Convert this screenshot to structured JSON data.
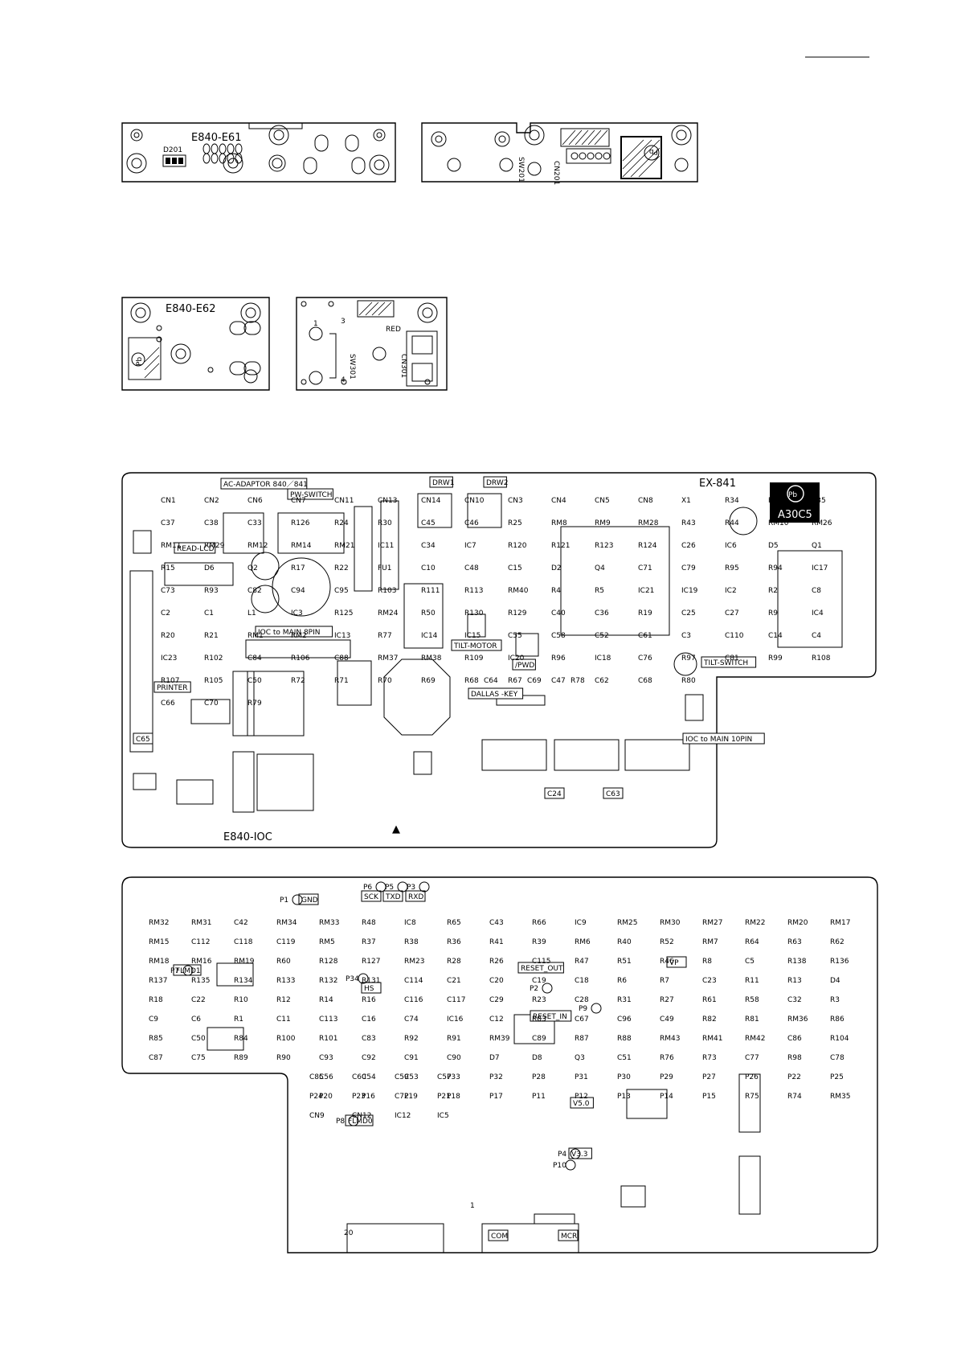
{
  "boards": {
    "e61": {
      "name": "E840-E61",
      "d201": "D201"
    },
    "e61b": {
      "sw201": "SW201",
      "cn201": "CN201",
      "pb": "Pb"
    },
    "e62": {
      "name": "E840-E62",
      "pb": "Pb"
    },
    "e62b": {
      "red": "RED",
      "cn301": "CN301",
      "sw301": "SW301",
      "pin1": "1",
      "pin3": "3",
      "pin4": "4"
    },
    "ioc": {
      "name": "E840-IOC",
      "model": "EX-841",
      "pb": "Pb",
      "code": "A30C5",
      "boxed": [
        "AC-ADAPTOR 840／841",
        "PW-SWITCH",
        "DRW1",
        "DRW2",
        "READ-LCD",
        "IOC to MAIN 8PIN",
        "TILT-MOTOR",
        "/PWD",
        "TILT-SWITCH",
        "PRINTER",
        "DALLAS -KEY",
        "IOC to MAIN 10PIN",
        "C24",
        "C63",
        "C65"
      ],
      "refs": [
        "CN1",
        "CN2",
        "CN6",
        "CN7",
        "CN11",
        "CN13",
        "CN14",
        "CN10",
        "CN3",
        "CN4",
        "CN5",
        "CN8",
        "X1",
        "R34",
        "R32",
        "C35",
        "C37",
        "C38",
        "C33",
        "R126",
        "R24",
        "R30",
        "C45",
        "C46",
        "R25",
        "RM8",
        "RM9",
        "RM28",
        "R43",
        "R44",
        "RM10",
        "RM26",
        "RM11",
        "RM29",
        "RM12",
        "RM14",
        "RM21",
        "IC11",
        "C34",
        "IC7",
        "R120",
        "R121",
        "R123",
        "R124",
        "C26",
        "IC6",
        "D5",
        "Q1",
        "R15",
        "D6",
        "Q2",
        "R17",
        "R22",
        "FU1",
        "C10",
        "C48",
        "C15",
        "D2",
        "Q4",
        "C71",
        "C79",
        "R95",
        "R94",
        "IC17",
        "C73",
        "R93",
        "C82",
        "C94",
        "C95",
        "R103",
        "R111",
        "R113",
        "RM40",
        "R4",
        "R5",
        "IC21",
        "IC19",
        "IC2",
        "R2",
        "C8",
        "C2",
        "C1",
        "L1",
        "IC3",
        "R125",
        "RM24",
        "R50",
        "R130",
        "R129",
        "C40",
        "C36",
        "R19",
        "C25",
        "C27",
        "R9",
        "IC4",
        "R20",
        "R21",
        "RM1",
        "RM2",
        "IC13",
        "R77",
        "IC14",
        "IC15",
        "C55",
        "C58",
        "C52",
        "C61",
        "C3",
        "C110",
        "C14",
        "C4",
        "IC23",
        "R102",
        "C84",
        "R106",
        "C88",
        "RM37",
        "RM38",
        "R109",
        "IC20",
        "R96",
        "IC18",
        "C76",
        "R97",
        "C81",
        "R99",
        "R108",
        "R107",
        "R105",
        "C50",
        "R72",
        "R71",
        "R70",
        "R69",
        "R68",
        "R67",
        "C47",
        "C62",
        "C68",
        "R80",
        "C64",
        "C69",
        "R78",
        "C66",
        "C70",
        "R79"
      ]
    },
    "cpu": {
      "boxed": [
        "GND",
        "SCK",
        "TXD",
        "RXD",
        "FLMD1",
        "HS",
        "RESET_OUT",
        "RESET_IN",
        "VP",
        "FLMD0",
        "V5.0",
        "V3.3",
        "COM",
        "MCR"
      ],
      "pads": [
        "P1",
        "P6",
        "P5",
        "P3",
        "P7",
        "P34",
        "P2",
        "P9",
        "P8",
        "P4",
        "P10"
      ],
      "refs": [
        "RM32",
        "RM31",
        "C42",
        "RM34",
        "RM33",
        "R48",
        "IC8",
        "R65",
        "C43",
        "R66",
        "IC9",
        "RM25",
        "RM30",
        "RM27",
        "RM22",
        "RM20",
        "RM17",
        "RM15",
        "C112",
        "C118",
        "C119",
        "RM5",
        "R37",
        "R38",
        "R36",
        "R41",
        "R39",
        "RM6",
        "R40",
        "R52",
        "RM7",
        "R64",
        "R63",
        "R62",
        "RM18",
        "RM16",
        "RM19",
        "R60",
        "R128",
        "R127",
        "RM23",
        "R28",
        "R26",
        "C115",
        "R47",
        "R51",
        "R46",
        "R8",
        "C5",
        "R138",
        "R136",
        "R137",
        "R135",
        "R134",
        "R133",
        "R132",
        "R131",
        "C114",
        "C21",
        "C20",
        "C19",
        "C18",
        "R6",
        "R7",
        "C23",
        "R11",
        "R13",
        "D4",
        "R18",
        "C22",
        "R10",
        "R12",
        "R14",
        "R16",
        "C116",
        "C117",
        "C29",
        "R23",
        "C28",
        "R31",
        "R27",
        "R61",
        "R58",
        "C32",
        "R3",
        "C9",
        "C6",
        "R1",
        "C11",
        "C113",
        "C16",
        "C74",
        "IC16",
        "C12",
        "R83",
        "C67",
        "C96",
        "C49",
        "R82",
        "R81",
        "RM36",
        "R86",
        "R85",
        "C50",
        "R84",
        "R100",
        "R101",
        "C83",
        "R92",
        "R91",
        "RM39",
        "C89",
        "R87",
        "R88",
        "RM43",
        "RM41",
        "RM42",
        "C86",
        "R104",
        "C87",
        "C75",
        "R89",
        "R90",
        "C93",
        "C92",
        "C91",
        "C90",
        "D7",
        "D8",
        "Q3",
        "C51",
        "R76",
        "R73",
        "C77",
        "R98",
        "C78",
        "C85",
        "C60",
        "C59",
        "C57",
        "C56",
        "C54",
        "C53",
        "P33",
        "P32",
        "P28",
        "P31",
        "P30",
        "P29",
        "P27",
        "P26",
        "P22",
        "P25",
        "P24",
        "P23",
        "C72",
        "P21",
        "P20",
        "P16",
        "P19",
        "P18",
        "P17",
        "P11",
        "P12",
        "P13",
        "P14",
        "P15",
        "R75",
        "R74",
        "RM35",
        "CN9",
        "CN12",
        "IC12",
        "IC5"
      ],
      "pin20": "20",
      "pin1": "1"
    }
  }
}
